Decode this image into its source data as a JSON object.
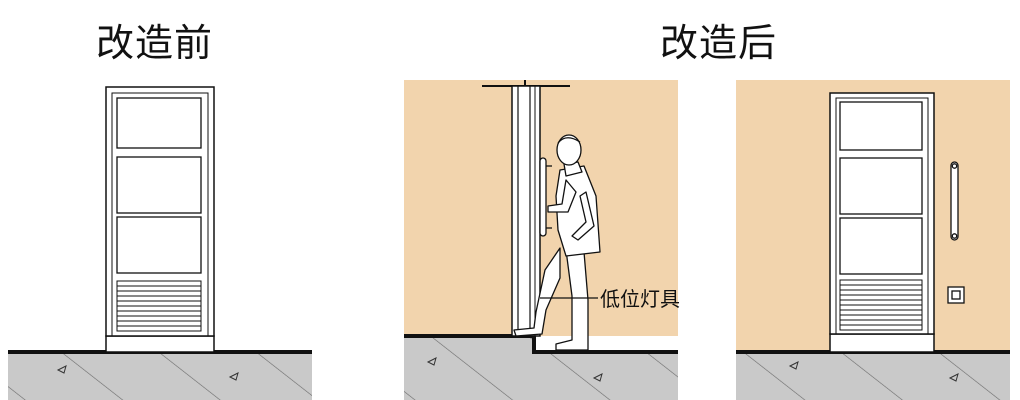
{
  "titles": {
    "before": "改造前",
    "after": "改造后"
  },
  "labels": {
    "low_light": "低位灯具"
  },
  "colors": {
    "wall": "#f2d4ad",
    "ground": "#c9c9c9",
    "line": "#111111",
    "door_fill": "#ffffff"
  }
}
